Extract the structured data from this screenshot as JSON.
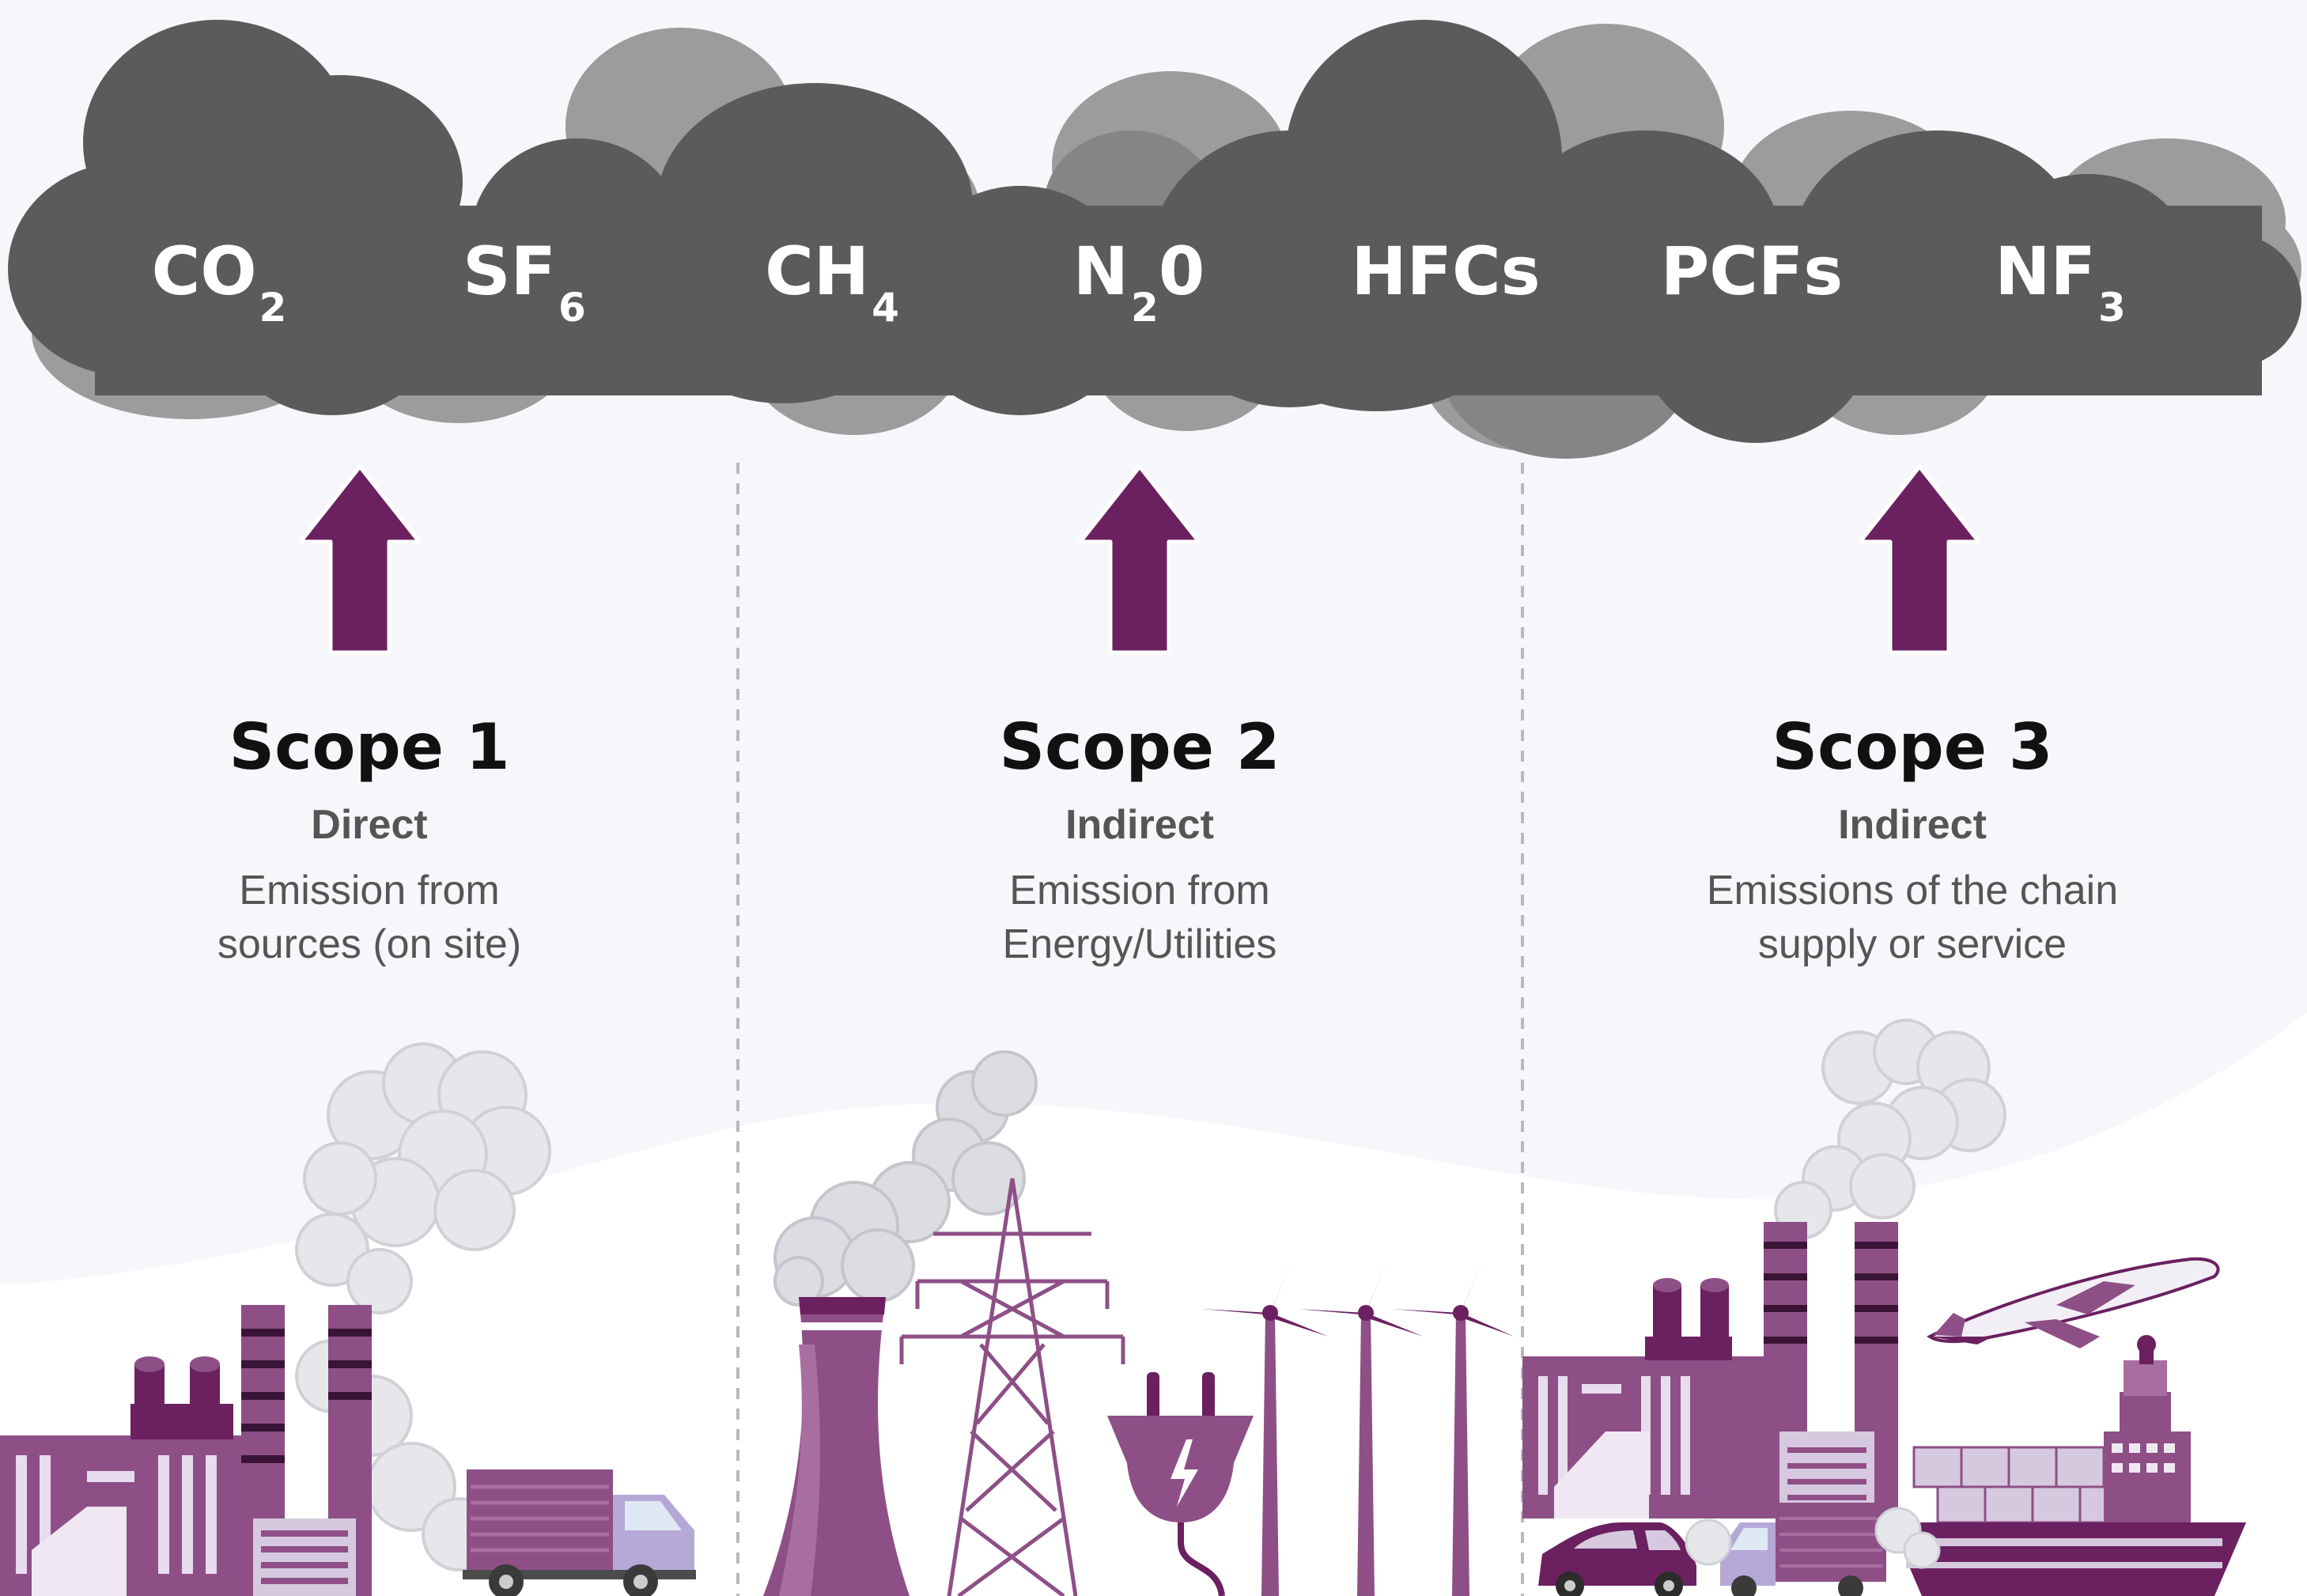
{
  "colors": {
    "background": "#f6f7fa",
    "cloud_dark": "#5b5b5b",
    "cloud_light": "#9c9c9c",
    "accent_purple": "#6b2060",
    "purple_mid": "#8e4f86",
    "purple_light": "#d6c9df"
  },
  "gases": [
    {
      "base": "CO",
      "sub": "2"
    },
    {
      "base": "SF",
      "sub": "6"
    },
    {
      "base": "CH",
      "sub": "4"
    },
    {
      "base": "N",
      "sub": "2",
      "tail": "0"
    },
    {
      "base": "HFCs",
      "sub": ""
    },
    {
      "base": "PCFs",
      "sub": ""
    },
    {
      "base": "NF",
      "sub": "3"
    }
  ],
  "scopes": [
    {
      "title": "Scope 1",
      "kind": "Direct",
      "line1": "Emission from",
      "line2": "sources (on site)"
    },
    {
      "title": "Scope 2",
      "kind": "Indirect",
      "line1": "Emission from",
      "line2": "Energy/Utilities"
    },
    {
      "title": "Scope 3",
      "kind": "Indirect",
      "line1": "Emissions of the chain",
      "line2": "supply or service"
    }
  ],
  "icons": {
    "scope1": [
      "up-arrow-icon",
      "factory-icon",
      "smoke-icon",
      "truck-icon"
    ],
    "scope2": [
      "up-arrow-icon",
      "cooling-tower-icon",
      "pylon-icon",
      "plug-icon",
      "wind-turbine-icon"
    ],
    "scope3": [
      "up-arrow-icon",
      "factory-icon",
      "airplane-icon",
      "ship-icon",
      "car-icon",
      "truck-icon"
    ]
  }
}
